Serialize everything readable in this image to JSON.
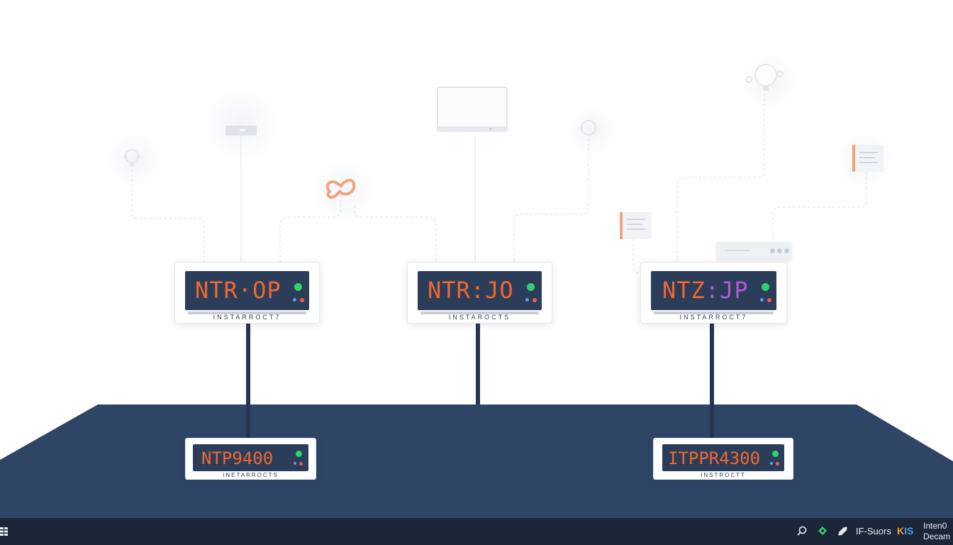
{
  "devices": [
    {
      "readout": "NTR·OP",
      "readout_color": "#f0682f",
      "caption": "INSTARROCT7"
    },
    {
      "readout": "NTR:JO",
      "readout_color": "#f0682f",
      "caption": "INSTAROCTS"
    },
    {
      "readout_a": "NTZ",
      "readout_b": ":JP",
      "readout_color": "#f0682f",
      "readout_color_b": "#b15bd6",
      "caption": "INSTARROCT7"
    }
  ],
  "base_devices": [
    {
      "readout": "NTP9400",
      "readout_color": "#f0682f",
      "caption": "INETARROCTS"
    },
    {
      "readout": "ITPPR4300",
      "readout_color": "#f0682f",
      "caption": "INSTROCTT"
    }
  ],
  "taskbar": {
    "app_label": "IF-Suors",
    "kis_label": "KIS",
    "clock_line1": "Inten0",
    "clock_line2": "Decam"
  },
  "colors": {
    "panel": "#2c3d59",
    "floor": "#2e4566",
    "accent_orange": "#f0682f",
    "accent_purple": "#b15bd6",
    "led_green": "#2fd26b",
    "led_red": "#f05a5a"
  },
  "icons": [
    "bulb-icon",
    "router-icon",
    "monitor-icon",
    "link-icon",
    "document-icon",
    "search-icon",
    "shield-icon",
    "tools-icon",
    "start-icon"
  ]
}
